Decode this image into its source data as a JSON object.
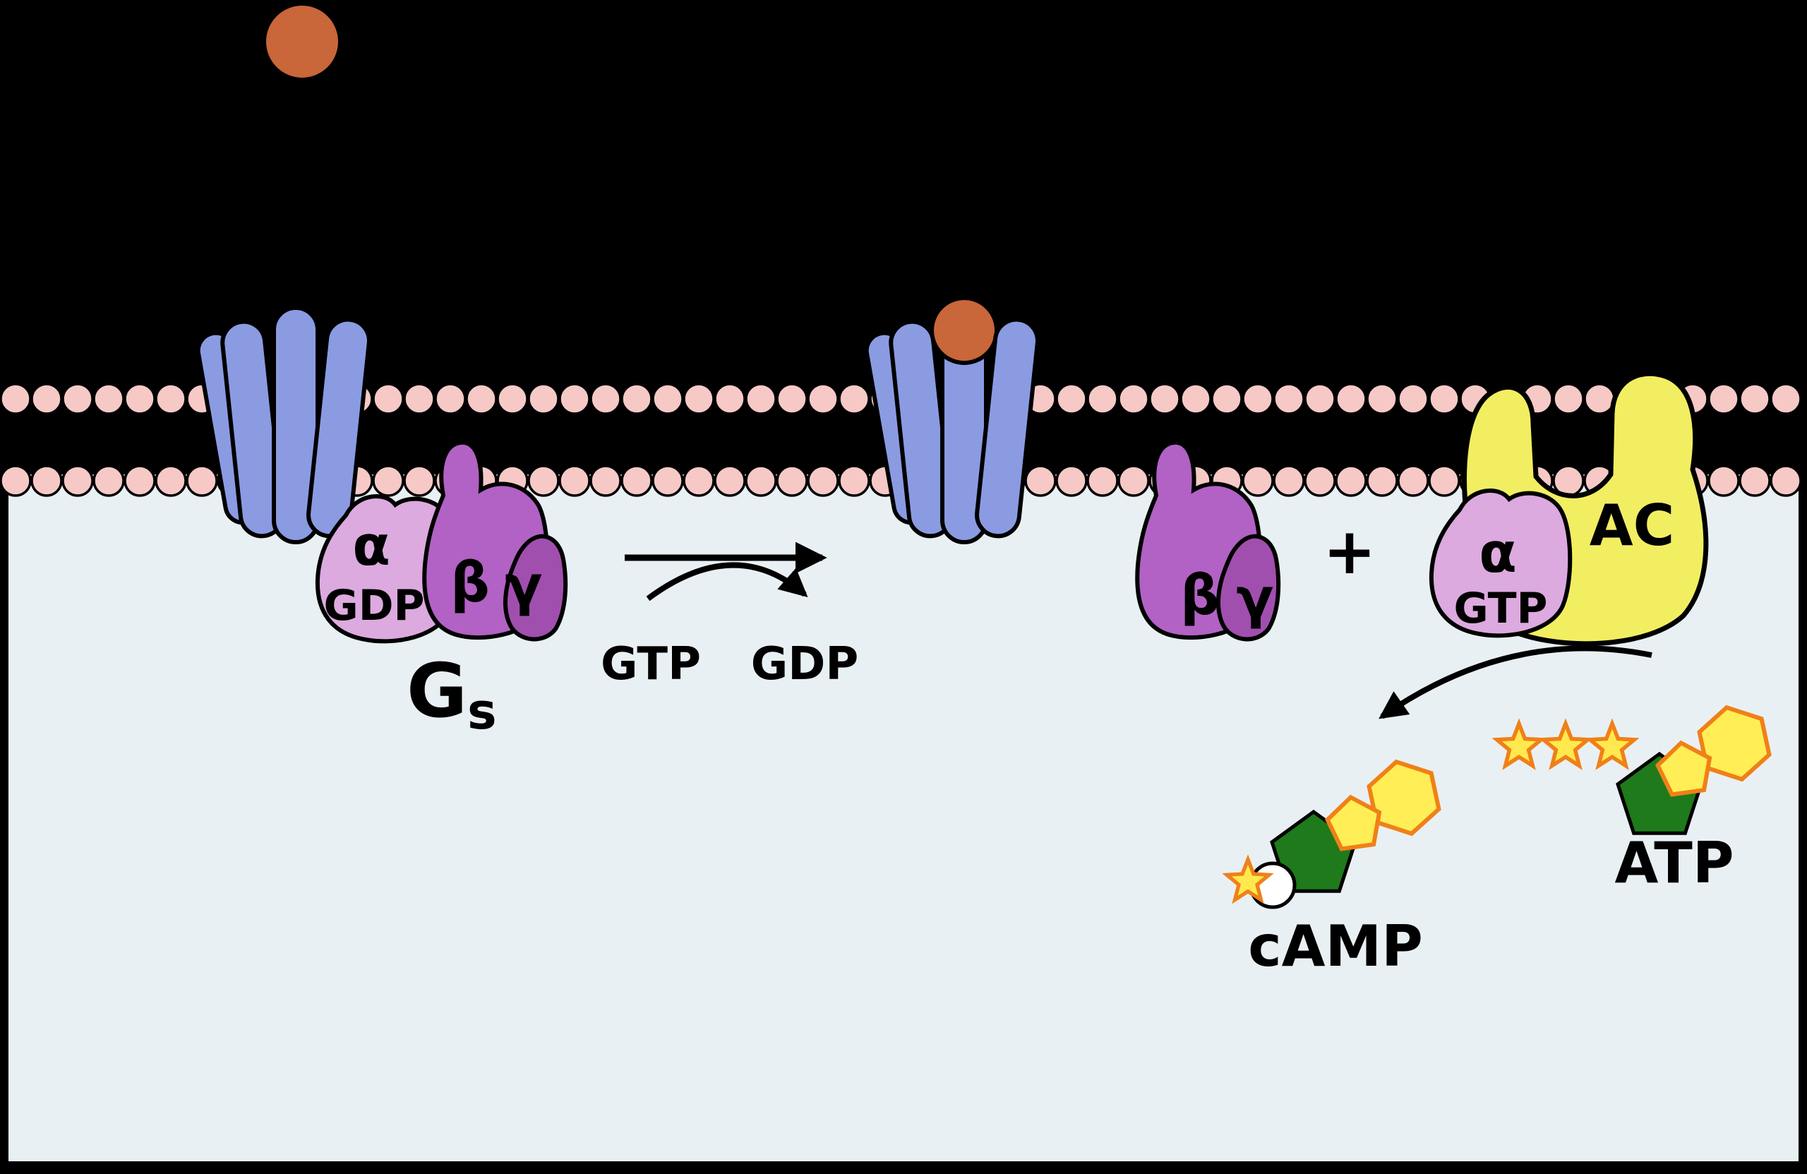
{
  "g_protein": {
    "alpha": "α",
    "gdp": "GDP",
    "beta": "β",
    "gamma": "γ",
    "g_name": "G",
    "g_sub": "s"
  },
  "exchange": {
    "gtp": "GTP",
    "gdp": "GDP"
  },
  "active": {
    "beta": "β",
    "gamma": "γ",
    "plus": "+",
    "alpha": "α",
    "gtp": "GTP",
    "ac": "AC"
  },
  "reaction": {
    "atp": "ATP",
    "camp": "cAMP"
  },
  "colors": {
    "extracellular": "#000000",
    "cytoplasm": "#e9f0f3",
    "lipid_head": "#f6c9c7",
    "receptor_blue": "#8b9be2",
    "ligand_orange": "#c9663a",
    "alpha_subunit": "#dcaade",
    "beta_subunit": "#b162c4",
    "gamma_subunit": "#a14fae",
    "ac_yellow": "#f2ee62",
    "dark_red": "#960f0f",
    "star_fill": "#ffe94e",
    "star_stroke": "#f08018",
    "ribose_green": "#1e7a1b",
    "base_fill": "#ffee55",
    "base_stroke": "#f08018",
    "phosphate_circle": "#ffffff"
  }
}
